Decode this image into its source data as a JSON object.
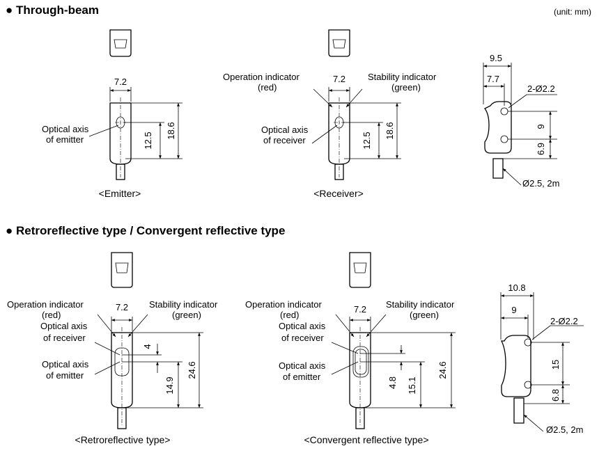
{
  "headings": {
    "through_beam": "● Through-beam",
    "retro": "● Retroreflective type / Convergent reflective type",
    "unit": "(unit: mm)"
  },
  "emitter": {
    "width": "7.2",
    "axis_height": "12.5",
    "height": "18.6",
    "axis_label": [
      "Optical axis",
      "of emitter"
    ],
    "caption": "<Emitter>"
  },
  "receiver": {
    "width": "7.2",
    "axis_height": "12.5",
    "height": "18.6",
    "op_indicator": [
      "Operation indicator",
      "(red)"
    ],
    "stab_indicator": [
      "Stability indicator",
      "(green)"
    ],
    "axis_label": [
      "Optical axis",
      "of receiver"
    ],
    "caption": "<Receiver>"
  },
  "side_top": {
    "dim_a": "9.5",
    "dim_b": "7.7",
    "holes": "2-Ø2.2",
    "pitch": "9",
    "bottom": "6.9",
    "cable": "Ø2.5, 2m"
  },
  "retroreflective": {
    "width": "7.2",
    "d_small": "4",
    "d_axis": "14.9",
    "height": "24.6",
    "op_indicator": [
      "Operation indicator",
      "(red)"
    ],
    "stab_indicator": [
      "Stability indicator",
      "(green)"
    ],
    "rx_label": [
      "Optical axis",
      "of receiver"
    ],
    "tx_label": [
      "Optical axis",
      "of emitter"
    ],
    "caption": "<Retroreflective type>"
  },
  "convergent": {
    "width": "7.2",
    "d_small": "4.8",
    "d_axis": "15.1",
    "height": "24.6",
    "op_indicator": [
      "Operation indicator",
      "(red)"
    ],
    "stab_indicator": [
      "Stability indicator",
      "(green)"
    ],
    "rx_label": [
      "Optical axis",
      "of receiver"
    ],
    "tx_label": [
      "Optical axis",
      "of emitter"
    ],
    "caption": "<Convergent reflective type>"
  },
  "side_bottom": {
    "dim_a": "10.8",
    "dim_b": "9",
    "holes": "2-Ø2.2",
    "pitch": "15",
    "bottom": "6.8",
    "cable": "Ø2.5, 2m"
  }
}
